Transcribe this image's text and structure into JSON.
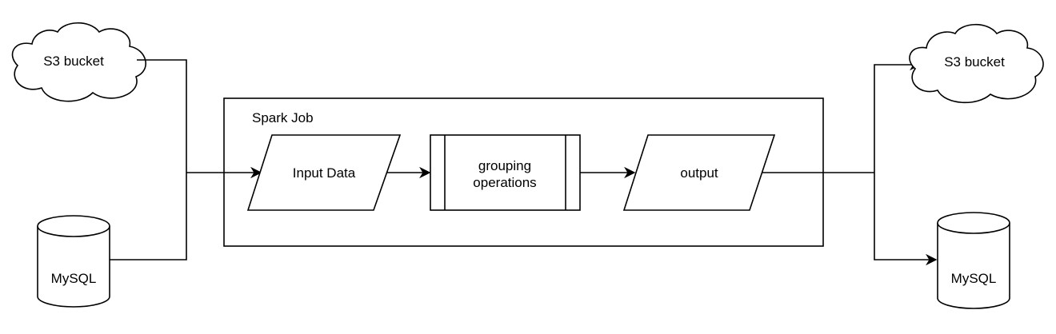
{
  "diagram": {
    "sources": {
      "s3": {
        "label": "S3 bucket"
      },
      "mysql": {
        "label": "MySQL"
      }
    },
    "spark_job": {
      "title": "Spark Job",
      "input_data": "Input Data",
      "grouping": [
        "grouping",
        "operations"
      ],
      "output": "output"
    },
    "sinks": {
      "s3": {
        "label": "S3 bucket"
      },
      "mysql": {
        "label": "MySQL"
      }
    }
  },
  "colors": {
    "stroke": "#000000",
    "background": "#ffffff"
  }
}
